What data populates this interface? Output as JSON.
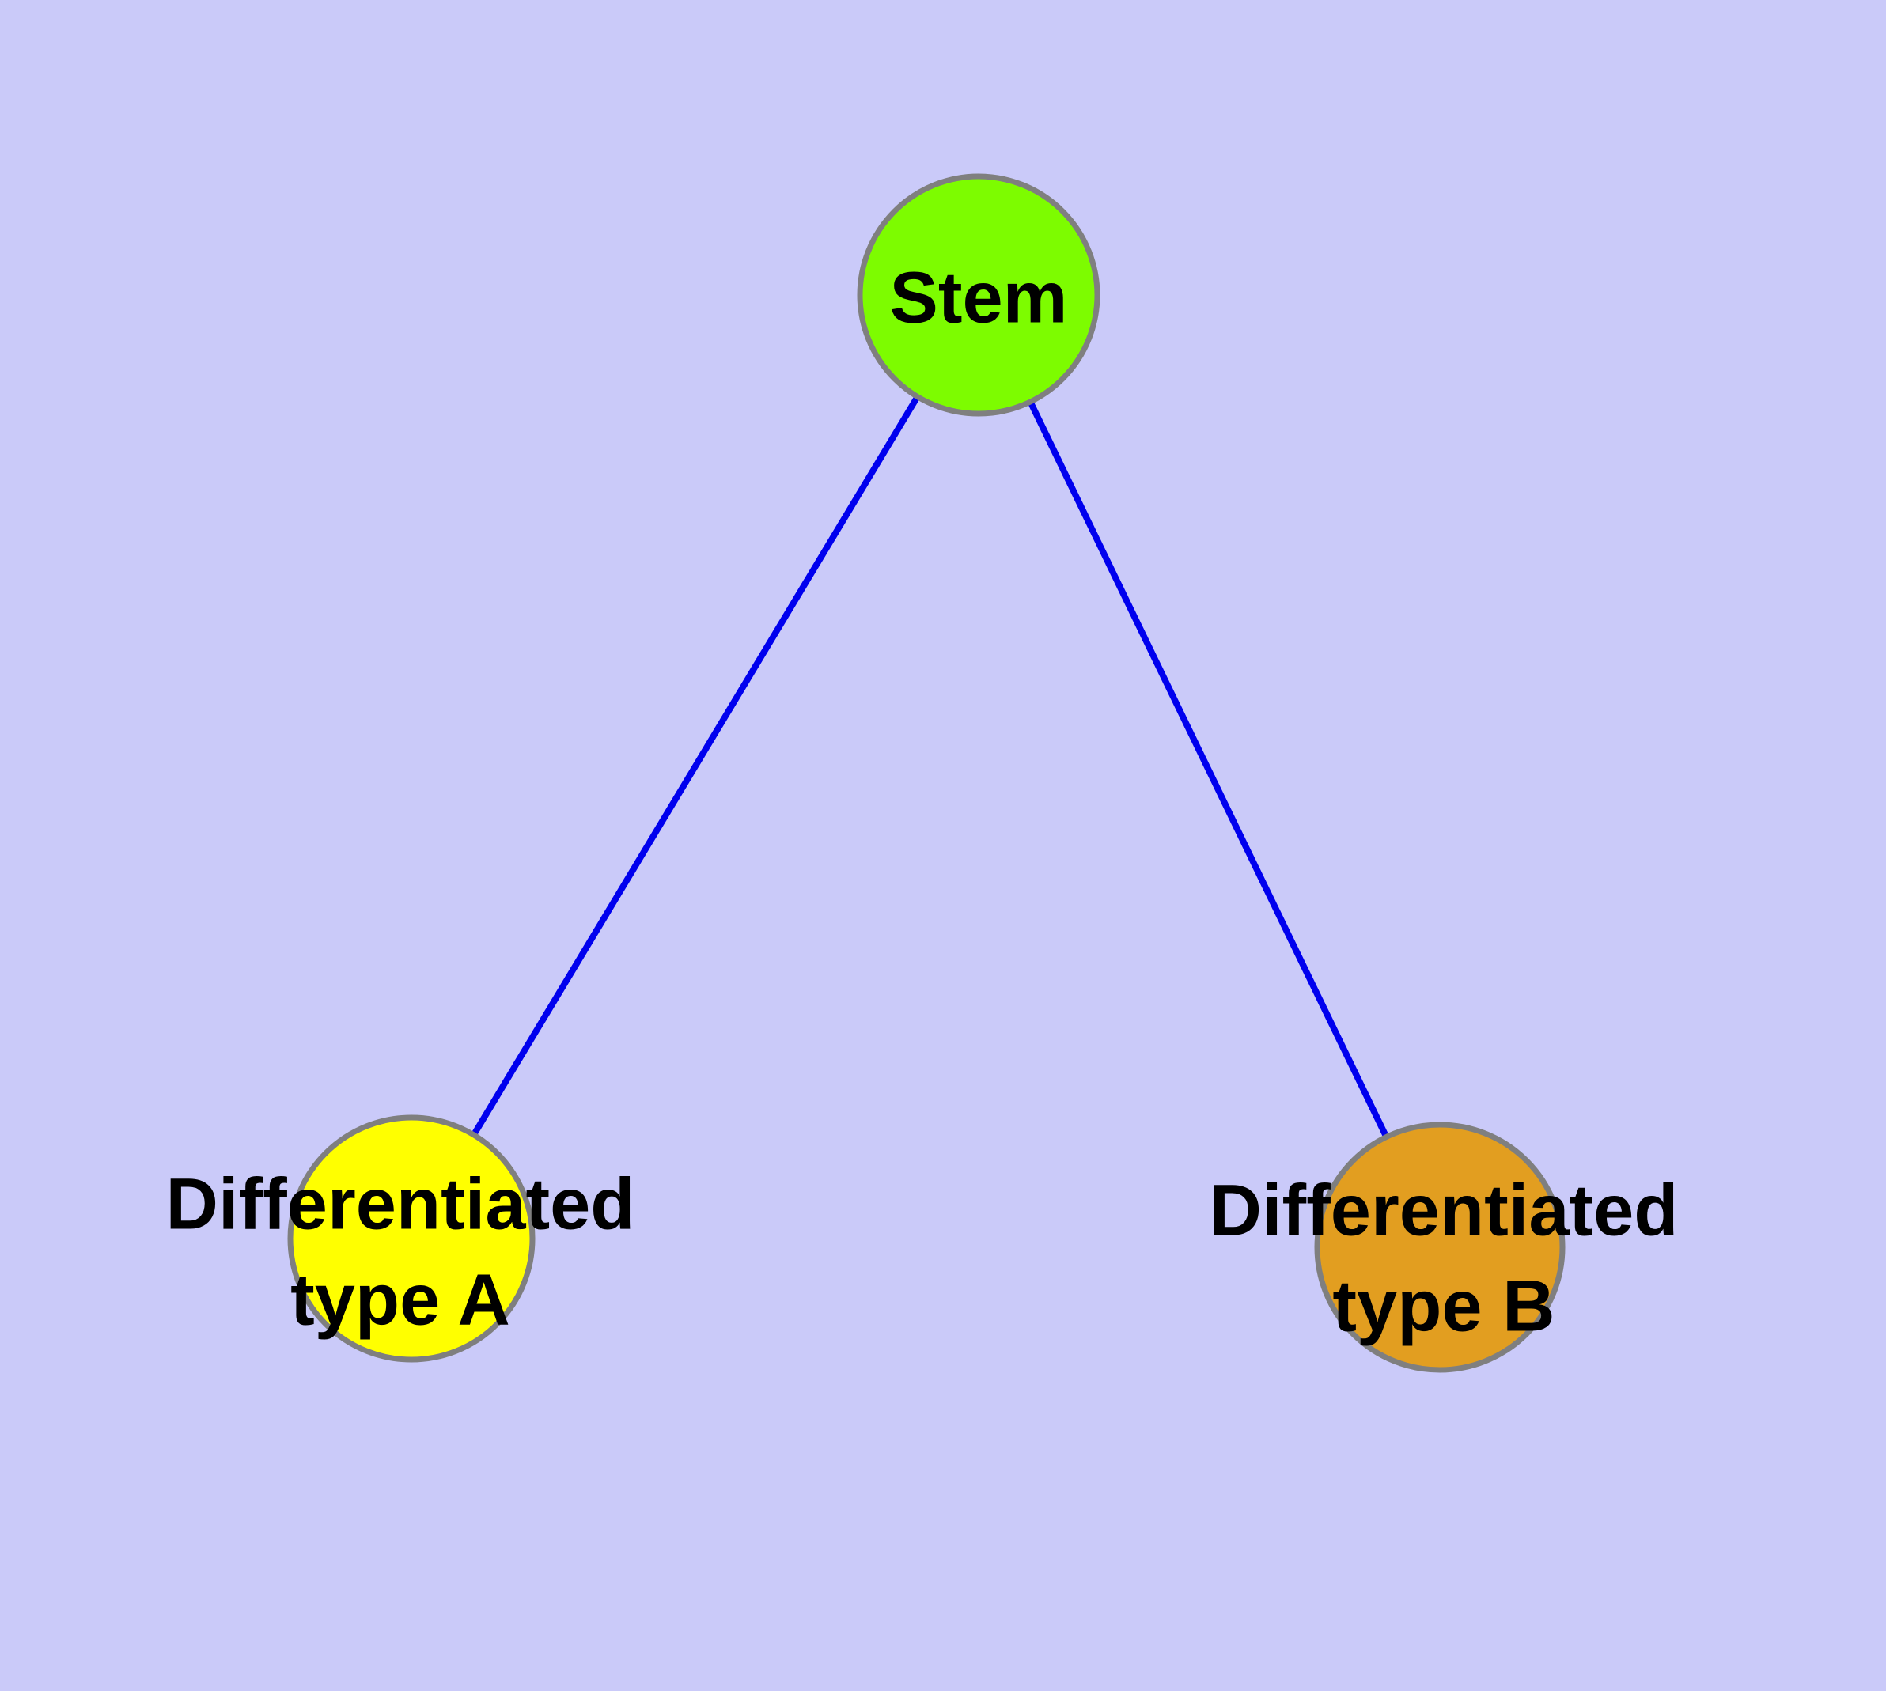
{
  "canvas": {
    "background_color": "#CACAF9",
    "node_border_color": "#7F7F7F"
  },
  "nodes": {
    "stem": {
      "label": "Stem",
      "fill_color": "#7DFC00"
    },
    "type_a": {
      "label": "Differentiated\ntype A",
      "fill_color": "#FFFF00"
    },
    "type_b": {
      "label": "Differentiated\ntype B",
      "fill_color": "#E29E20"
    }
  },
  "edges": {
    "color": "#0000EE",
    "list": [
      {
        "from": "Stem",
        "to": "Differentiated type A"
      },
      {
        "from": "Stem",
        "to": "Differentiated type B"
      }
    ]
  }
}
